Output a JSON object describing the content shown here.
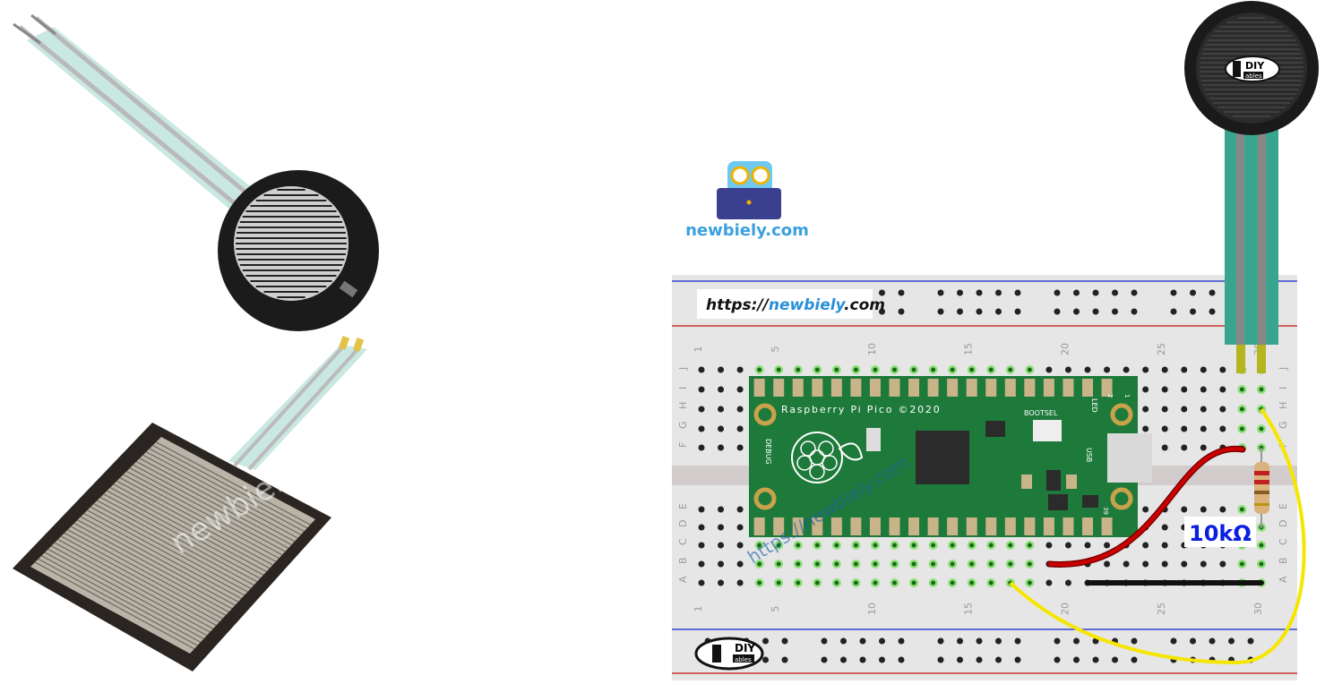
{
  "left_panel": {
    "watermark": "newbiely.com"
  },
  "logo": {
    "text": "newbiely.com"
  },
  "breadboard": {
    "url_label_prefix": "https://",
    "url_label_domain": "newbiely",
    "url_label_suffix": ".com",
    "column_numbers": [
      "1",
      "5",
      "10",
      "15",
      "20",
      "25",
      "30"
    ],
    "row_letters_top": [
      "J",
      "I",
      "H",
      "G",
      "F"
    ],
    "row_letters_bottom": [
      "E",
      "D",
      "C",
      "B",
      "A"
    ],
    "diy_logo_top": "DIY",
    "diy_logo_bottom": "ables"
  },
  "pico": {
    "title": "Raspberry Pi Pico ©2020",
    "bootsel": "BOOTSEL",
    "led": "LED",
    "usb": "USB",
    "debug": "DEBUG",
    "pin1": "1",
    "pin2": "2",
    "pin39": "39",
    "watermark": "https://newbiely.com"
  },
  "resistor": {
    "label": "10kΩ"
  },
  "sensor": {
    "logo_top": "DIY",
    "logo_bottom": "ables"
  },
  "colors": {
    "board_green": "#1e7a3a",
    "wire_red": "#cc0000",
    "wire_yellow": "#f5e600",
    "wire_black": "#111111",
    "sensor_teal": "#3aa58e",
    "label_blue": "#0a1ee0"
  }
}
